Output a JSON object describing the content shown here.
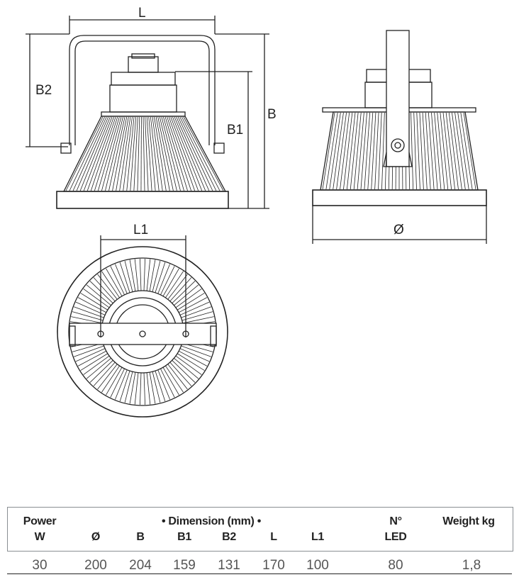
{
  "drawing": {
    "labels": {
      "L": "L",
      "B": "B",
      "B1": "B1",
      "B2": "B2",
      "L1": "L1",
      "diameter": "Ø"
    },
    "views": [
      "front-view",
      "side-view",
      "bottom-view"
    ]
  },
  "table": {
    "headers": {
      "power_top": "Power",
      "power_unit": "W",
      "dimension_group": "• Dimension (mm) •",
      "dia": "Ø",
      "B": "B",
      "B1": "B1",
      "B2": "B2",
      "L": "L",
      "L1": "L1",
      "led_top": "N°",
      "led_bottom": "LED",
      "weight": "Weight kg"
    },
    "row": {
      "power": "30",
      "dia": "200",
      "B": "204",
      "B1": "159",
      "B2": "131",
      "L": "170",
      "L1": "100",
      "led": "80",
      "weight": "1,8"
    }
  }
}
